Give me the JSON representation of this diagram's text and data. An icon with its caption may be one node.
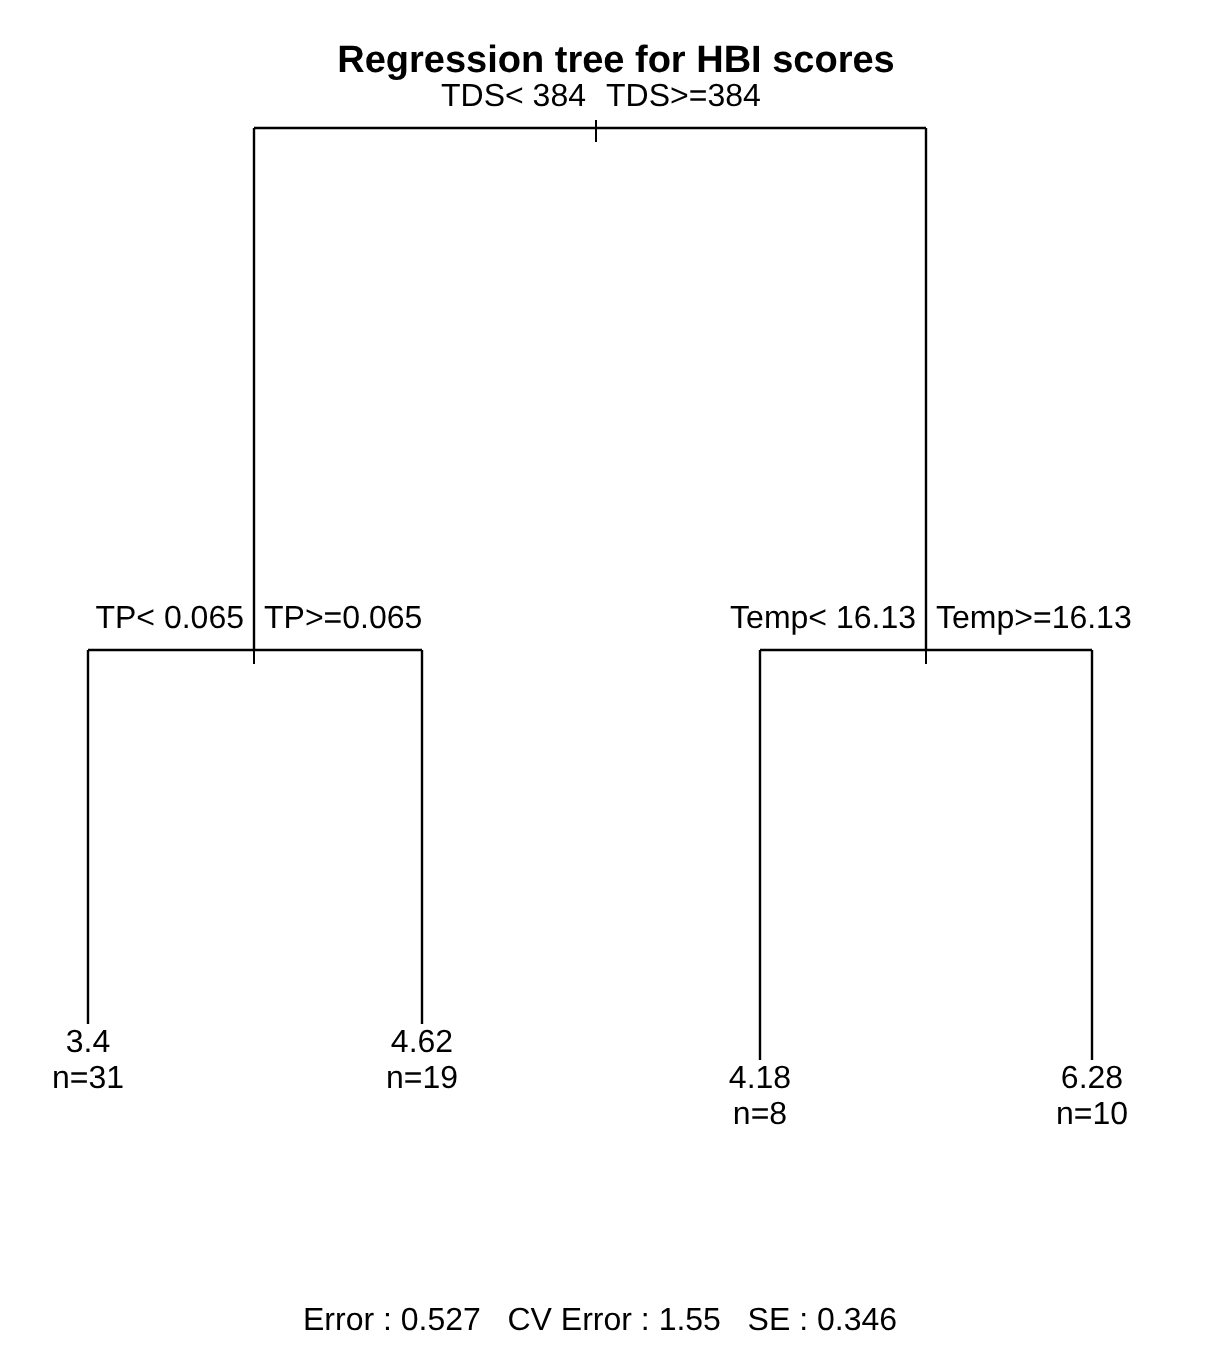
{
  "diagram": {
    "title": "Regression tree for HBI scores",
    "caption": "Error : 0.527   CV Error : 1.55   SE : 0.346",
    "nodes": [
      {
        "text": [],
        "shape": "bar",
        "beside": [
          "TDS< 384",
          "TDS>=384"
        ]
      },
      {
        "text": [],
        "shape": "bar",
        "beside": [
          "TP< 0.065",
          "TP>=0.065"
        ]
      },
      {
        "text": [],
        "shape": "bar",
        "beside": [
          "Temp< 16.13",
          "Temp>=16.13"
        ]
      },
      {
        "text": [
          "3.4",
          "n=31"
        ]
      },
      {
        "text": [
          "4.62",
          "n=19"
        ]
      },
      {
        "text": [
          "4.18",
          "n=8"
        ]
      },
      {
        "text": [
          "6.28",
          "n=10"
        ]
      }
    ],
    "edges": [
      {
        "from": 0,
        "to": 1,
        "arrow": "none"
      },
      {
        "from": 0,
        "to": 2,
        "arrow": "none"
      },
      {
        "from": 1,
        "to": 3,
        "arrow": "none"
      },
      {
        "from": 1,
        "to": 4,
        "arrow": "none"
      },
      {
        "from": 2,
        "to": 5,
        "arrow": "none"
      },
      {
        "from": 2,
        "to": 6,
        "arrow": "none"
      }
    ]
  }
}
